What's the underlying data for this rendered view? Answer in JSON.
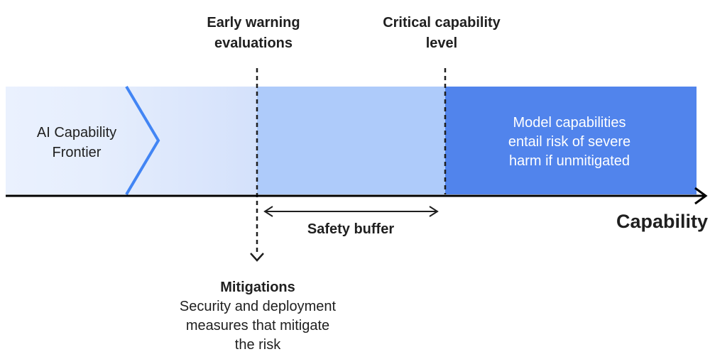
{
  "diagram": {
    "title_context": "AI capability frontier safety buffer diagram",
    "top_labels": {
      "early_warning": "Early warning\nevaluations",
      "critical_capability": "Critical capability\nlevel"
    },
    "band": {
      "frontier_label": "AI Capability\nFrontier",
      "risk_label": "Model capabilities\nentail risk of severe\nharm if unmitigated"
    },
    "axis": {
      "label": "Capability"
    },
    "safety_buffer": {
      "label": "Safety buffer"
    },
    "mitigations": {
      "title": "Mitigations",
      "description": "Security and deployment\nmeasures that mitigate\nthe risk"
    },
    "colors": {
      "band_light_start": "#EAF1FE",
      "band_light_end": "#D4E1FB",
      "band_medium": "#AECBFA",
      "band_dark": "#5184EC",
      "chevron_stroke": "#4285F4",
      "line_color": "#1F1F1F",
      "text_dark": "#1F1F1F",
      "text_white": "#FFFFFF"
    }
  }
}
